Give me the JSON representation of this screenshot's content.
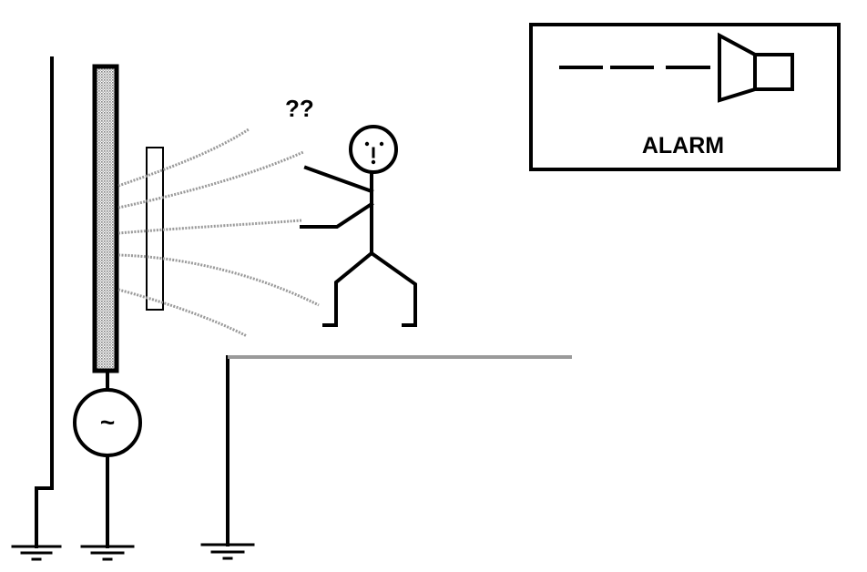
{
  "labels": {
    "question_marks": "??",
    "alarm": "ALARM",
    "source_symbol": "~"
  },
  "colors": {
    "ink": "#000000",
    "shaded_fill": "#9a9a9a",
    "field_lines": "#9a9a9a",
    "background": "#ffffff"
  },
  "icons": [
    "ground-symbol",
    "ac-source-symbol",
    "speaker-icon",
    "stick-figure-person"
  ]
}
